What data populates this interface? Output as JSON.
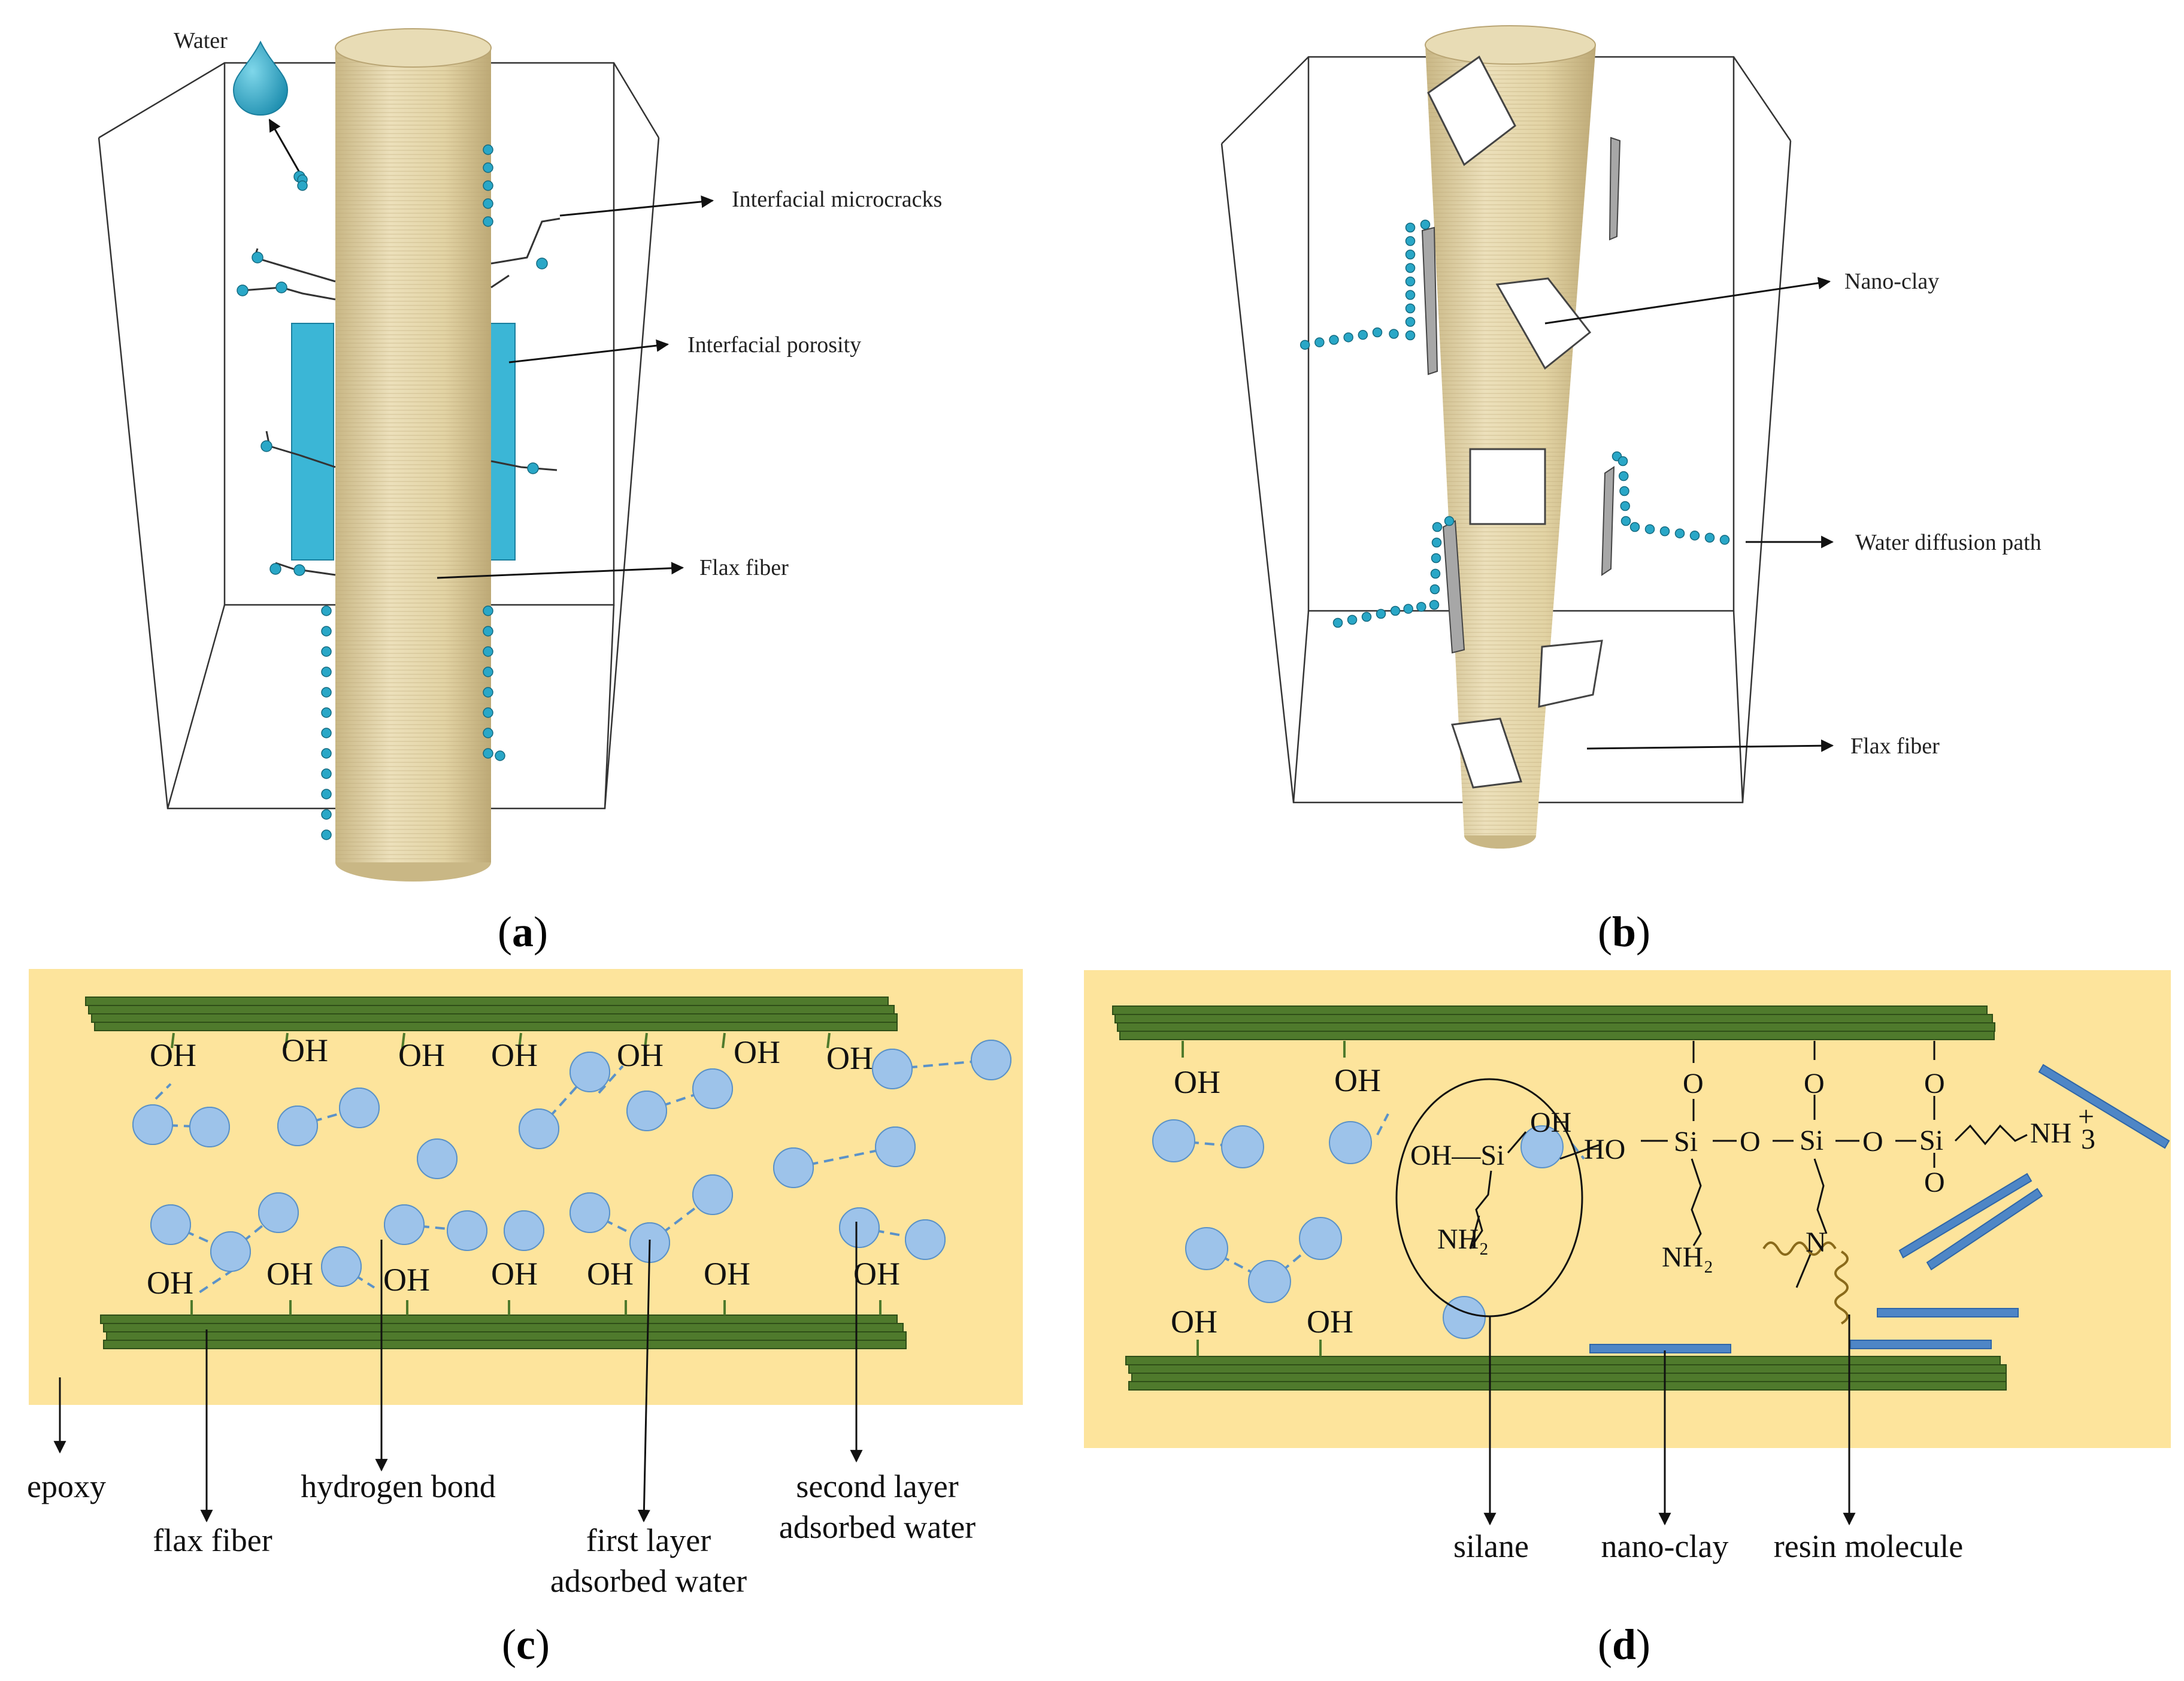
{
  "panels": {
    "a": {
      "caption_open": "(",
      "caption_letter": "a",
      "caption_close": ")",
      "labels": {
        "water": "Water",
        "microcracks": "Interfacial microcracks",
        "porosity": "Interfacial porosity",
        "flax": "Flax fiber"
      }
    },
    "b": {
      "caption_open": "(",
      "caption_letter": "b",
      "caption_close": ")",
      "labels": {
        "nanoclay": "Nano-clay",
        "diffusion": "Water diffusion path",
        "flax": "Flax fiber"
      }
    },
    "c": {
      "caption_open": "(",
      "caption_letter": "c",
      "caption_close": ")",
      "oh": "OH",
      "labels": {
        "epoxy": "epoxy",
        "flax": "flax fiber",
        "hbond": "hydrogen bond",
        "first_1": "first layer",
        "first_2": "adsorbed water",
        "second_1": "second layer",
        "second_2": "adsorbed water"
      }
    },
    "d": {
      "caption_open": "(",
      "caption_letter": "d",
      "caption_close": ")",
      "oh": "OH",
      "chem": {
        "oh_si": "OH—Si",
        "oh2": "OH",
        "nh2": "NH₂",
        "ho": "HO",
        "si": "Si",
        "o": "O",
        "n": "N",
        "nh3": "NH",
        "plus": "+",
        "three": "3"
      },
      "labels": {
        "silane": "silane",
        "nanoclay": "nano-clay",
        "resin": "resin molecule"
      }
    }
  },
  "colors": {
    "epoxy_bg": "#fde49c",
    "fiber_green": "#4f7a2c",
    "fiber_dark": "#2f4f18",
    "water_blue": "#9dc3ea",
    "water_stroke": "#5b92c8",
    "flax_tan": "#e3d4a6",
    "porosity": "#3bb6d6",
    "nanoclay_blue": "#4e86c6",
    "resin_brown": "#8a6a1a"
  }
}
